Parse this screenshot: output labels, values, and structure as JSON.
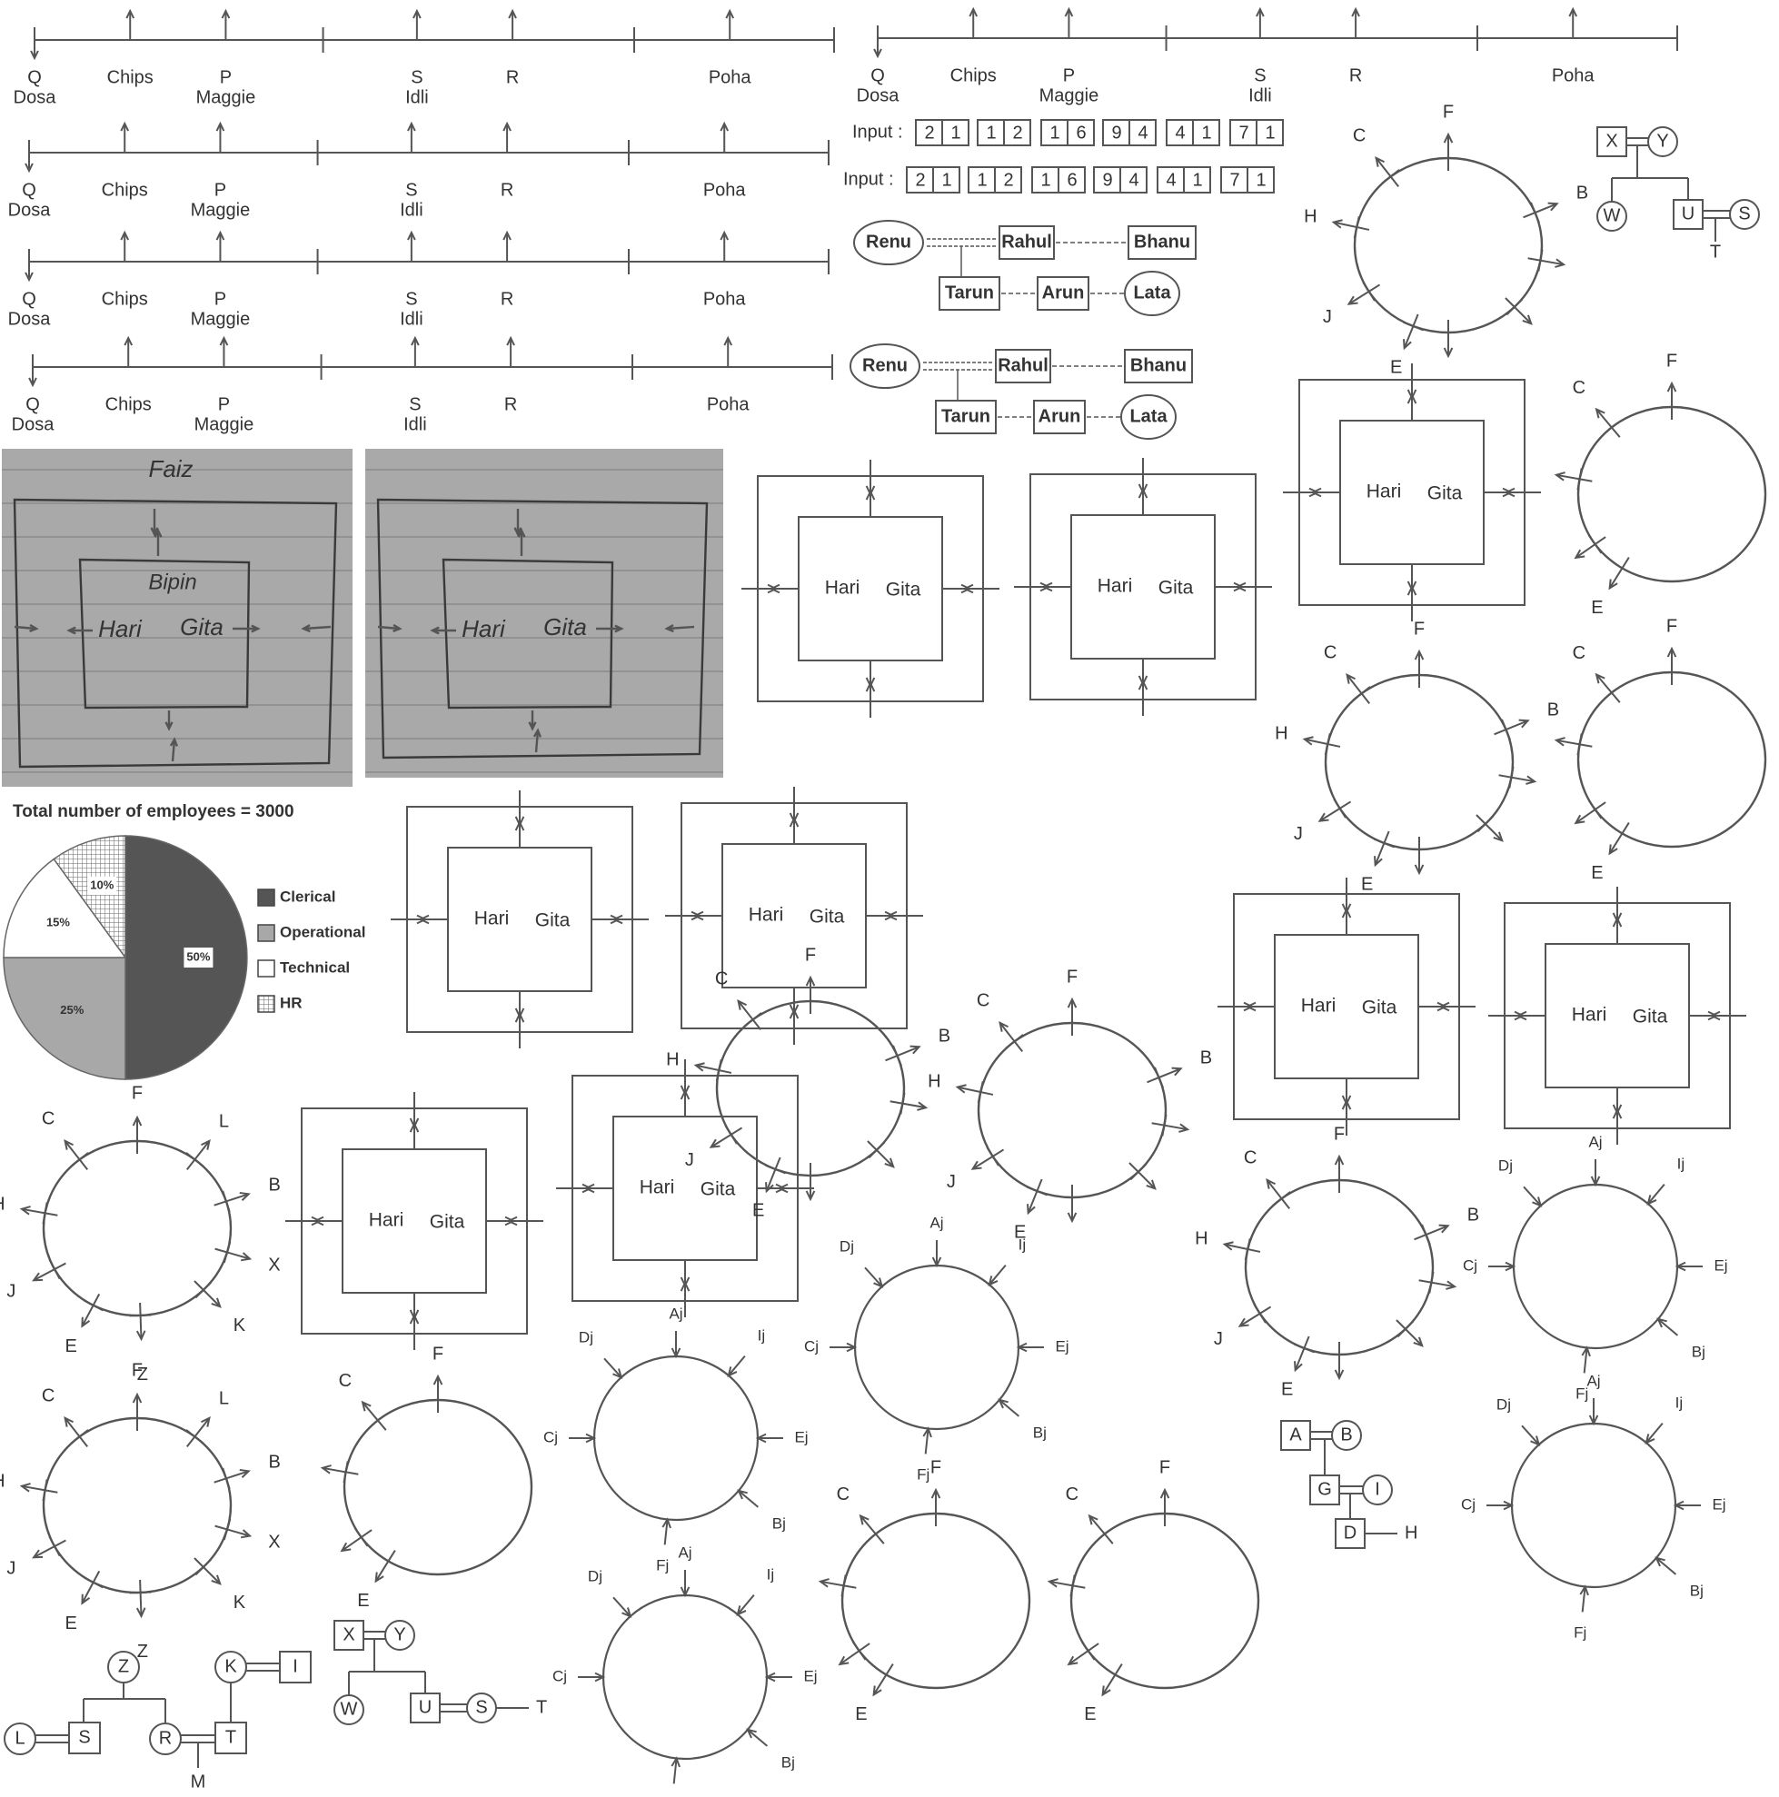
{
  "timeline": {
    "labels": [
      "Q",
      "Dosa",
      "Chips",
      "P",
      "Maggie",
      "S",
      "Idli",
      "R",
      "Poha"
    ]
  },
  "input_strip": {
    "label": "Input :",
    "digits": [
      "2",
      "1",
      "1",
      "2",
      "1",
      "6",
      "9",
      "4",
      "4",
      "1",
      "7",
      "1"
    ]
  },
  "family_renu": {
    "names": [
      "Renu",
      "Rahul",
      "Bhanu",
      "Tarun",
      "Arun",
      "Lata"
    ]
  },
  "family_xy": {
    "names": [
      "X",
      "Y",
      "W",
      "U",
      "S",
      "T"
    ]
  },
  "family_ab": {
    "names": [
      "A",
      "B",
      "G",
      "I",
      "D",
      "H"
    ]
  },
  "family_zk": {
    "names": [
      "Z",
      "K",
      "I",
      "L",
      "S",
      "R",
      "T",
      "M"
    ]
  },
  "square_box": {
    "left_name": "Hari",
    "right_name": "Gita"
  },
  "photo_box": {
    "top_name": "Faiz",
    "inner_name": "Bipin",
    "left_name": "Hari",
    "right_name": "Gita"
  },
  "circle_full": {
    "labels": [
      "F",
      "C",
      "B",
      "H",
      "J",
      "E"
    ]
  },
  "circle_part": {
    "labels": [
      "F",
      "C",
      "E"
    ]
  },
  "circle_big": {
    "labels": [
      "F",
      "L",
      "C",
      "B",
      "H",
      "X",
      "J",
      "K",
      "E",
      "Z"
    ]
  },
  "circle_j": {
    "labels": [
      "Aj",
      "Dj",
      "Ij",
      "Cj",
      "Ej",
      "Bj",
      "Fj"
    ]
  },
  "chart_data": {
    "type": "pie",
    "title": "Total number of employees = 3000",
    "categories": [
      "Clerical",
      "Operational",
      "Technical",
      "HR"
    ],
    "values": [
      50,
      25,
      15,
      10
    ],
    "value_labels": [
      "50%",
      "25%",
      "15%",
      "10%"
    ],
    "colors": [
      "#555555",
      "#a8a8a8",
      "#ffffff",
      "#ffffff"
    ],
    "legend": "right"
  }
}
